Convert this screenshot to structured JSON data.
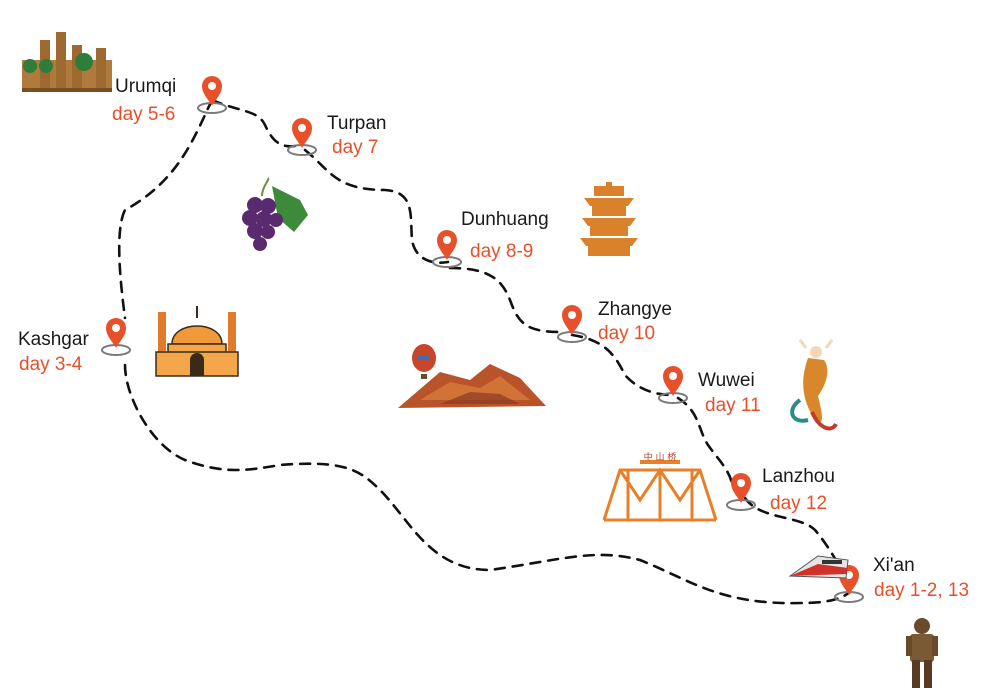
{
  "map": {
    "stops": [
      {
        "id": "urumqi",
        "name": "Urumqi",
        "days": "day 5-6"
      },
      {
        "id": "turpan",
        "name": "Turpan",
        "days": "day 7"
      },
      {
        "id": "dunhuang",
        "name": "Dunhuang",
        "days": "day 8-9"
      },
      {
        "id": "zhangye",
        "name": "Zhangye",
        "days": "day 10"
      },
      {
        "id": "wuwei",
        "name": "Wuwei",
        "days": "day 11"
      },
      {
        "id": "lanzhou",
        "name": "Lanzhou",
        "days": "day 12"
      },
      {
        "id": "xian",
        "name": "Xi'an",
        "days": "day 1-2, 13"
      },
      {
        "id": "kashgar",
        "name": "Kashgar",
        "days": "day 3-4"
      }
    ],
    "bridge_sign": "中 山 桥",
    "colors": {
      "accent": "#e8502a",
      "route": "#111111",
      "text": "#1a1a1a"
    },
    "icons": [
      "map-pin-icon",
      "mosque-icon",
      "grape-icon",
      "pagoda-icon",
      "hot-air-balloon-icon",
      "mountain-icon",
      "flying-apsara-icon",
      "bridge-icon",
      "train-icon",
      "terracotta-warrior-icon"
    ]
  }
}
